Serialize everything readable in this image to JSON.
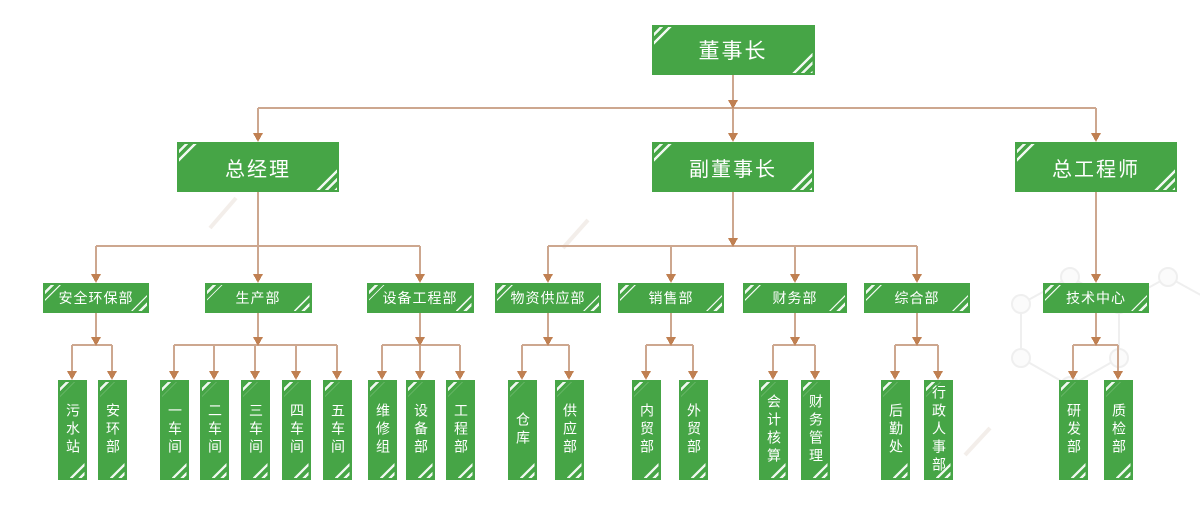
{
  "org": {
    "root": {
      "id": "chairman",
      "label": "董事长",
      "children": [
        {
          "id": "gm",
          "label": "总经理",
          "children": [
            {
              "id": "safety",
              "label": "安全环保部",
              "children": [
                {
                  "id": "sewage",
                  "label": "污水站"
                },
                {
                  "id": "safety-env",
                  "label": "安环部"
                }
              ]
            },
            {
              "id": "production",
              "label": "生产部",
              "children": [
                {
                  "id": "workshop-1",
                  "label": "一车间"
                },
                {
                  "id": "workshop-2",
                  "label": "二车间"
                },
                {
                  "id": "workshop-3",
                  "label": "三车间"
                },
                {
                  "id": "workshop-4",
                  "label": "四车间"
                },
                {
                  "id": "workshop-5",
                  "label": "五车间"
                }
              ]
            },
            {
              "id": "equipment",
              "label": "设备工程部",
              "children": [
                {
                  "id": "maintenance",
                  "label": "维修组"
                },
                {
                  "id": "equipment-dept",
                  "label": "设备部"
                },
                {
                  "id": "engineering-dept",
                  "label": "工程部"
                }
              ]
            }
          ]
        },
        {
          "id": "vice-chairman",
          "label": "副董事长",
          "children": [
            {
              "id": "supply",
              "label": "物资供应部",
              "children": [
                {
                  "id": "warehouse",
                  "label": "仓库"
                },
                {
                  "id": "supply-dept",
                  "label": "供应部"
                }
              ]
            },
            {
              "id": "sales",
              "label": "销售部",
              "children": [
                {
                  "id": "domestic-trade",
                  "label": "内贸部"
                },
                {
                  "id": "foreign-trade",
                  "label": "外贸部"
                }
              ]
            },
            {
              "id": "finance",
              "label": "财务部",
              "children": [
                {
                  "id": "accounting",
                  "label": "会计核算"
                },
                {
                  "id": "financial-mgmt",
                  "label": "财务管理"
                }
              ]
            },
            {
              "id": "general-affairs",
              "label": "综合部",
              "children": [
                {
                  "id": "logistics",
                  "label": "后勤处"
                },
                {
                  "id": "admin-hr",
                  "label": "行政人事部"
                }
              ]
            }
          ]
        },
        {
          "id": "chief-engineer",
          "label": "总工程师",
          "children": [
            {
              "id": "tech-center",
              "label": "技术中心",
              "children": [
                {
                  "id": "rd-dept",
                  "label": "研发部"
                },
                {
                  "id": "qc-dept",
                  "label": "质检部"
                }
              ]
            }
          ]
        }
      ]
    },
    "colors": {
      "node_fill": "#46a546",
      "node_text": "#ffffff",
      "connector_line": "#cda78f",
      "connector_arrow": "#c08052"
    }
  }
}
